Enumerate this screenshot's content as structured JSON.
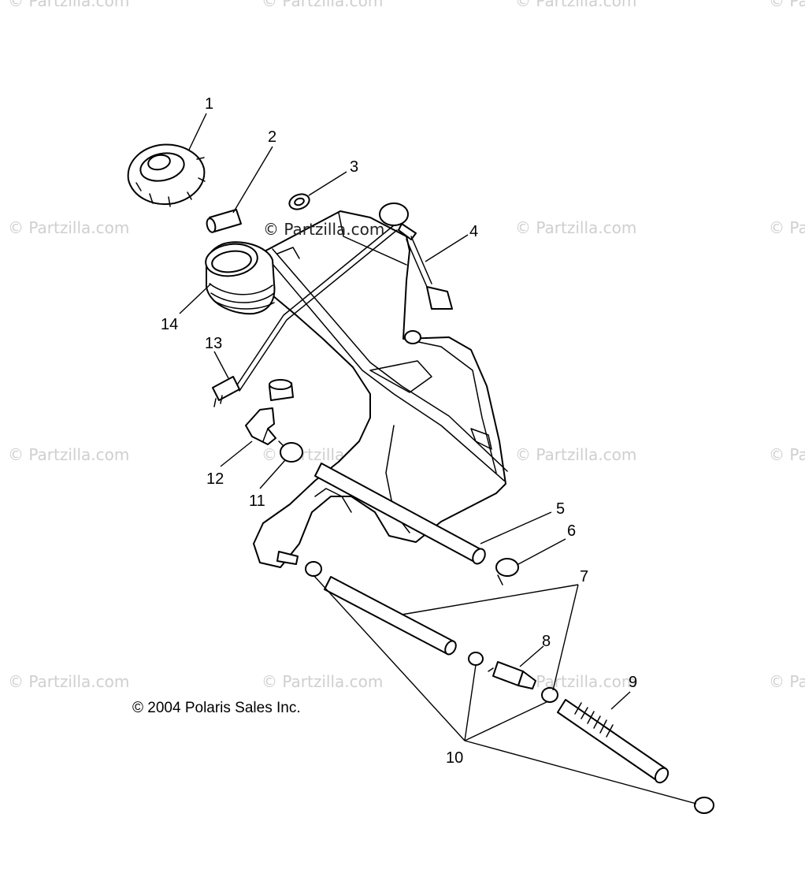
{
  "watermark": {
    "text": "© Partzilla.com",
    "center_text": "© Partzilla.com"
  },
  "callouts": {
    "c1": "1",
    "c2": "2",
    "c3": "3",
    "c4": "4",
    "c5": "5",
    "c6": "6",
    "c7": "7",
    "c8": "8",
    "c9": "9",
    "c10": "10",
    "c11": "11",
    "c12": "12",
    "c13": "13",
    "c14": "14"
  },
  "copyright": "© 2004 Polaris Sales Inc.",
  "colors": {
    "line": "#000000",
    "watermark": "#cfcfcf",
    "background": "#ffffff"
  }
}
